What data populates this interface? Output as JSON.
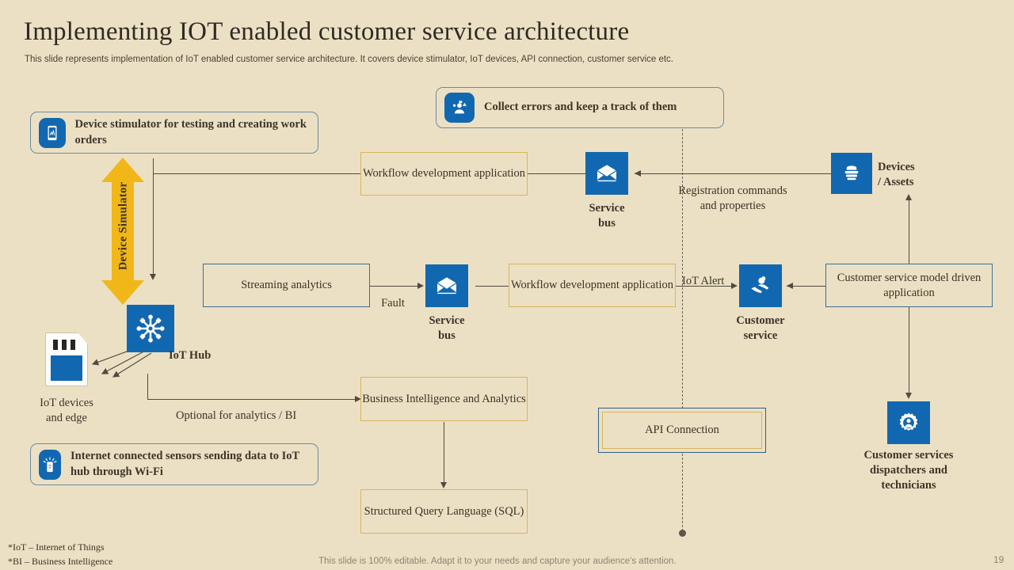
{
  "slide": {
    "title": "Implementing IOT enabled customer service architecture",
    "subtitle": "This slide represents implementation of IoT enabled customer service architecture. It covers device stimulator, IoT devices, API connection, customer service etc.",
    "page_number": "19",
    "footnotes": [
      "*IoT – Internet of Things",
      "*BI – Business Intelligence"
    ],
    "editable_note": "This slide is 100% editable. Adapt it to your needs and capture your audience's attention.",
    "background_color": "#ece0c4",
    "accent_blue": "#1268b0",
    "accent_gold": "#f1b719",
    "border_gold": "#d9b55a",
    "border_blue": "#3d6f92",
    "line_color": "#514a3f"
  },
  "cards": [
    {
      "id": "device-stimulator",
      "text": "Device stimulator  for testing and creating work orders",
      "icon": "phone-signal-icon"
    },
    {
      "id": "collect-errors",
      "text": "Collect errors  and keep a track of them",
      "icon": "error-person-icon"
    },
    {
      "id": "internet-sensors",
      "text": "Internet connected sensors sending data to IoT hub through Wi-Fi",
      "icon": "wireless-sensor-icon"
    }
  ],
  "boxes": [
    {
      "id": "workflow-dev-top",
      "text": "Workflow development application",
      "border": "gold"
    },
    {
      "id": "streaming-analytics",
      "text": "Streaming analytics",
      "border": "blue"
    },
    {
      "id": "workflow-dev-mid",
      "text": "Workflow development application",
      "border": "gold"
    },
    {
      "id": "customer-service-model",
      "text": "Customer service model driven application",
      "border": "blue"
    },
    {
      "id": "business-intelligence",
      "text": "Business Intelligence and Analytics",
      "border": "gold"
    },
    {
      "id": "structured-query",
      "text": "Structured Query Language (SQL)",
      "border": "gold"
    },
    {
      "id": "api-connection",
      "text": "API Connection",
      "border": "blue-gold"
    }
  ],
  "nodes": [
    {
      "id": "service-bus-top",
      "caption": "Service\nbus",
      "icon": "envelope-icon"
    },
    {
      "id": "service-bus-mid",
      "caption": "Service\nbus",
      "icon": "envelope-icon"
    },
    {
      "id": "devices-assets",
      "caption": "Devices\n/ Assets",
      "icon": "server-icon"
    },
    {
      "id": "customer-service",
      "caption": "Customer\nservice",
      "icon": "support-hand-icon"
    },
    {
      "id": "iot-hub",
      "caption": "IoT Hub",
      "icon": "iot-hub-icon"
    },
    {
      "id": "dispatchers",
      "caption": "Customer services dispatchers and technicians",
      "icon": "gear-person-icon"
    },
    {
      "id": "iot-devices",
      "caption": "IoT devices\nand edge",
      "icon": "sd-card-icon"
    }
  ],
  "labels": {
    "device_simulator": "Device Simulator",
    "registration": "Registration  commands\nand properties",
    "fault": "Fault",
    "iot_alert": "IoT Alert",
    "optional_analytics": "Optional  for analytics  / BI"
  }
}
